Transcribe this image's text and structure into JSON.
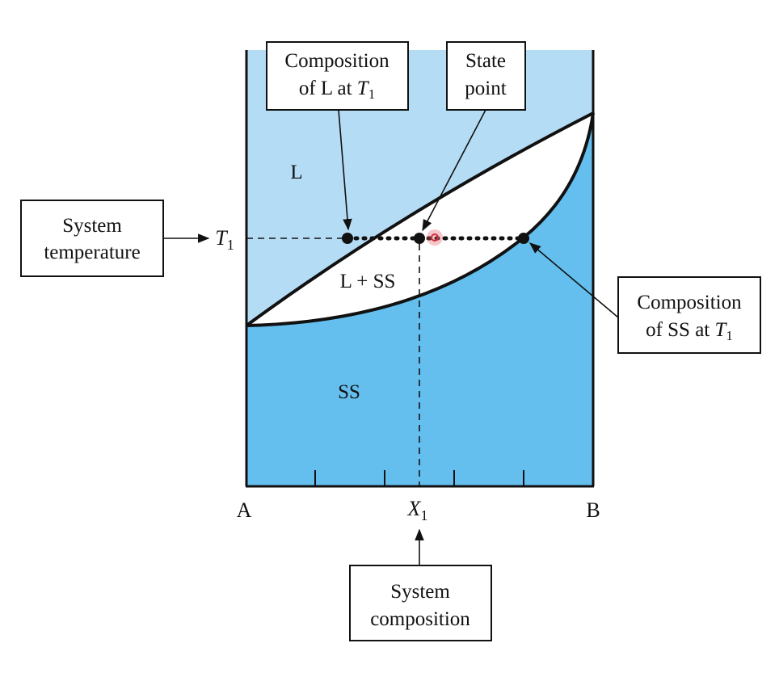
{
  "colors": {
    "liquid_region": "#b5dcf5",
    "solid_region": "#64bfee",
    "two_phase_region": "#ffffff",
    "lines": "#111111",
    "highlight": "#e0606a"
  },
  "regions": {
    "liquid": "L",
    "two_phase": "L + SS",
    "solid": "SS"
  },
  "axis": {
    "left_end": "A",
    "right_end": "B",
    "composition_marker": "X",
    "composition_subscript": "1",
    "temperature_marker": "T",
    "temperature_subscript": "1"
  },
  "callouts": {
    "composition_L": {
      "line1": "Composition",
      "line2_prefix": "of L at ",
      "line2_var": "T",
      "line2_sub": "1"
    },
    "state_point": {
      "line1": "State",
      "line2": "point"
    },
    "system_temperature": {
      "line1": "System",
      "line2": "temperature"
    },
    "composition_SS": {
      "line1": "Composition",
      "line2_prefix": "of SS at ",
      "line2_var": "T",
      "line2_sub": "1"
    },
    "system_composition": {
      "line1": "System",
      "line2": "composition"
    }
  }
}
